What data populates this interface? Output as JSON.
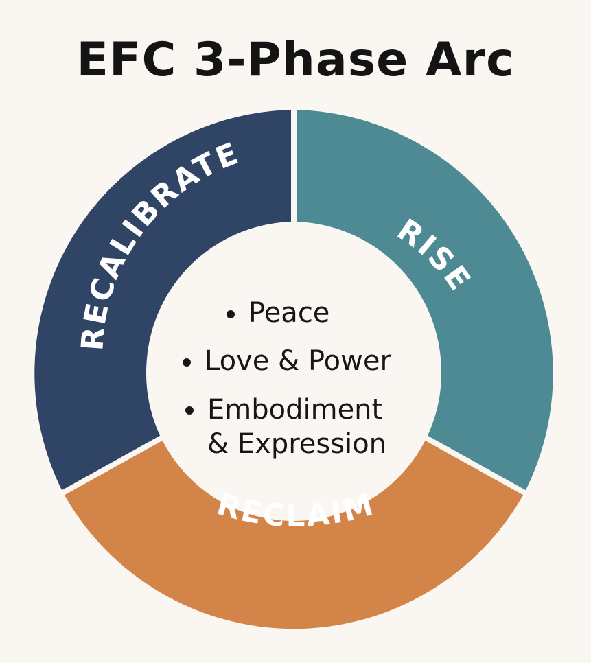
{
  "title": "EFC 3-Phase Arc",
  "segments": [
    {
      "label": "RISE",
      "color": "#4e8a93"
    },
    {
      "label": "RECLAIM",
      "color": "#d38448"
    },
    {
      "label": "RECALIBRATE",
      "color": "#304565"
    }
  ],
  "center_items": [
    "Peace",
    "Love & Power",
    "Embodiment\n& Expression"
  ],
  "center_fill": "#faf7f3",
  "gap_color": "#faf7f3"
}
